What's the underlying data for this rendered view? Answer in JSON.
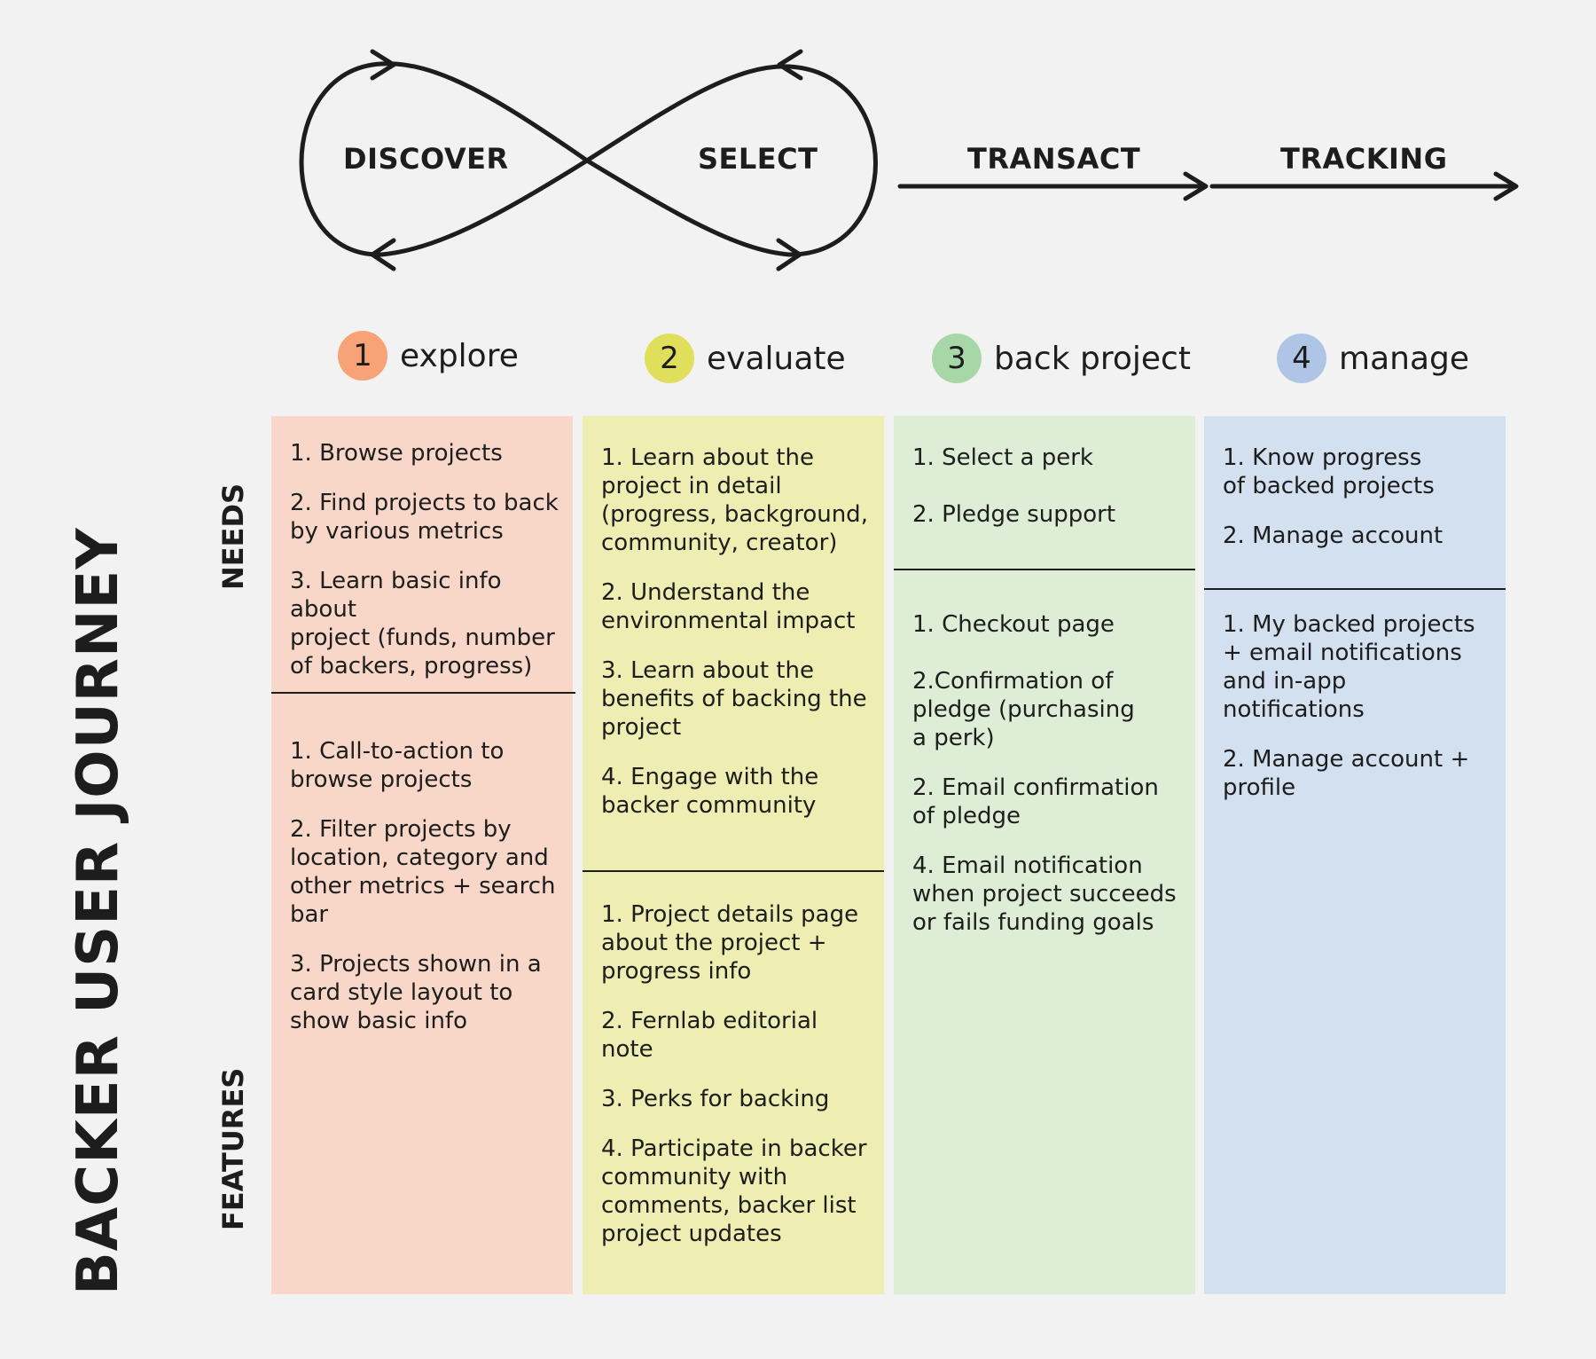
{
  "title": "BACKER USER JOURNEY",
  "row_labels": {
    "needs": "NEEDS",
    "features": "FEATURES"
  },
  "phases": {
    "discover": "DISCOVER",
    "select": "SELECT",
    "transact": "TRANSACT",
    "tracking": "TRACKING"
  },
  "stages": [
    {
      "number": "1",
      "name": "explore",
      "color": "#f7a377"
    },
    {
      "number": "2",
      "name": "evaluate",
      "color": "#dfdf5b"
    },
    {
      "number": "3",
      "name": "back project",
      "color": "#a7d6a7"
    },
    {
      "number": "4",
      "name": "manage",
      "color": "#aec5e6"
    }
  ],
  "columns": [
    {
      "background": "#f8d7c8",
      "needs": [
        "1. Browse projects",
        "2. Find projects to back\nby various metrics",
        "3. Learn basic info about\nproject (funds, number\nof backers, progress)"
      ],
      "features": [
        "1. Call-to-action to\nbrowse projects",
        "2. Filter projects by\nlocation, category and\nother metrics + search\nbar",
        "3. Projects shown in a\ncard style layout to\nshow basic info"
      ]
    },
    {
      "background": "#eeedb2",
      "needs": [
        "1. Learn about the\nproject in detail\n(progress, background,\ncommunity, creator)",
        "2. Understand the\nenvironmental impact",
        "3. Learn about the\nbenefits of backing the\nproject",
        "4. Engage with the\nbacker community"
      ],
      "features": [
        "1. Project details page\nabout the project +\nprogress info",
        "2. Fernlab editorial note",
        "3. Perks for backing",
        "4. Participate in backer\ncommunity with\ncomments, backer list\nproject updates"
      ]
    },
    {
      "background": "#deeed6",
      "needs": [
        "1. Select a perk",
        "2. Pledge support"
      ],
      "features": [
        "1. Checkout page",
        "2.Confirmation of\npledge (purchasing\na perk)",
        "2. Email confirmation\nof pledge",
        "4. Email notification\nwhen project succeeds\nor fails funding goals"
      ]
    },
    {
      "background": "#d2e0ef",
      "needs": [
        "1. Know progress\nof backed projects",
        "2. Manage account"
      ],
      "features": [
        "1. My backed projects\n+ email notifications\nand in-app notifications",
        "2. Manage account +\nprofile"
      ]
    }
  ]
}
